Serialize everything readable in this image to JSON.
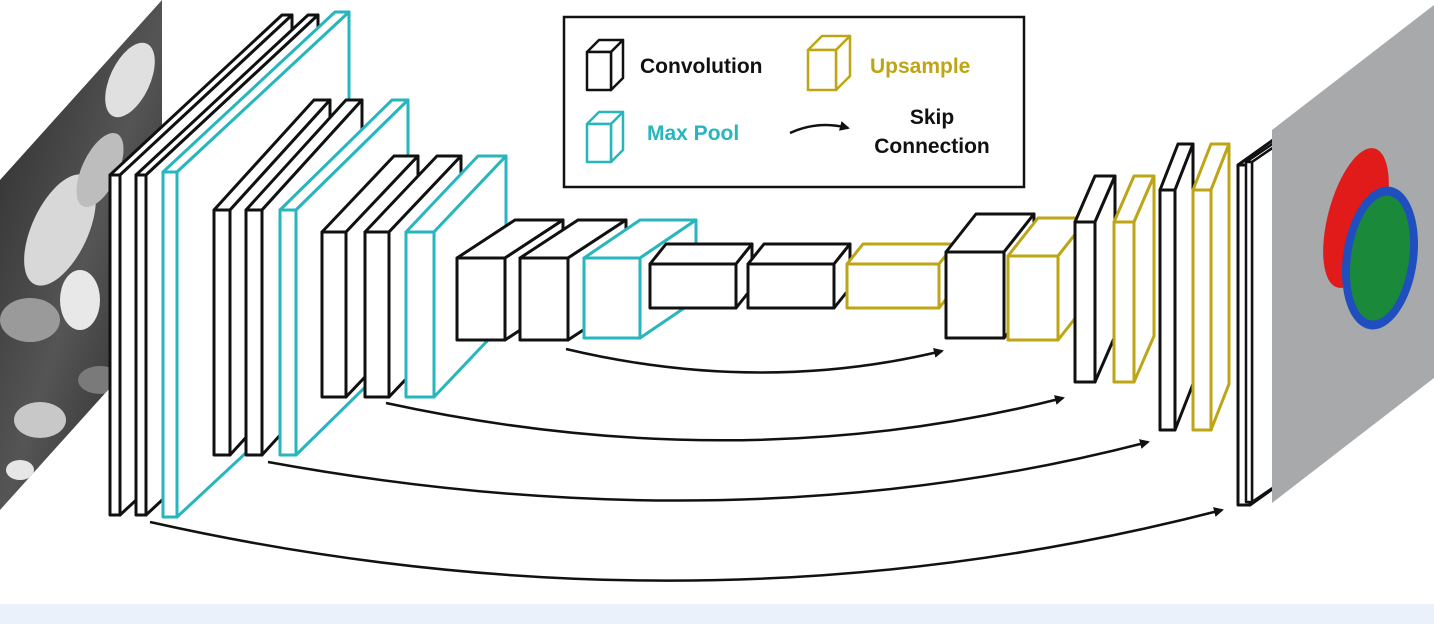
{
  "legend": {
    "convolution": "Convolution",
    "upsample": "Upsample",
    "max_pool": "Max Pool",
    "skip_line1": "Skip",
    "skip_line2": "Connection"
  },
  "colors": {
    "convolution": "#111111",
    "max_pool": "#27b6bd",
    "upsample": "#bda516",
    "skip_arrow": "#111111",
    "output_background": "#a7a9ab",
    "segment_red": "#e11a1a",
    "segment_green": "#1a8a3a",
    "segment_blue": "#1f4fbf",
    "footer_strip": "#eaf1fb"
  },
  "images": {
    "input": "grayscale-mri-slice",
    "output": "segmentation-mask"
  }
}
